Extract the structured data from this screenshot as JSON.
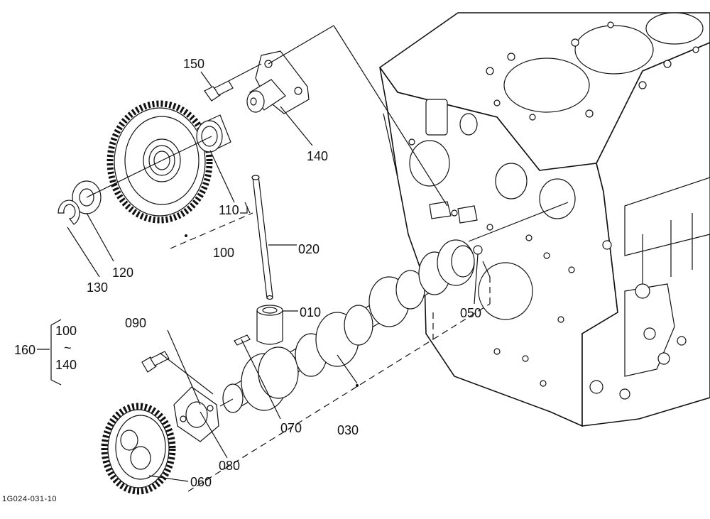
{
  "labels": {
    "p150": "150",
    "p140": "140",
    "p110": "110",
    "p100": "100",
    "p020": "020",
    "p130": "130",
    "p120": "120",
    "p010": "010",
    "p050": "050",
    "p090": "090",
    "p070": "070",
    "p030": "030",
    "p080": "080",
    "p060": "060",
    "p160": "160",
    "range_from": "100",
    "range_sep": "~",
    "range_to": "140"
  },
  "figure_code": "1G024-031-10"
}
